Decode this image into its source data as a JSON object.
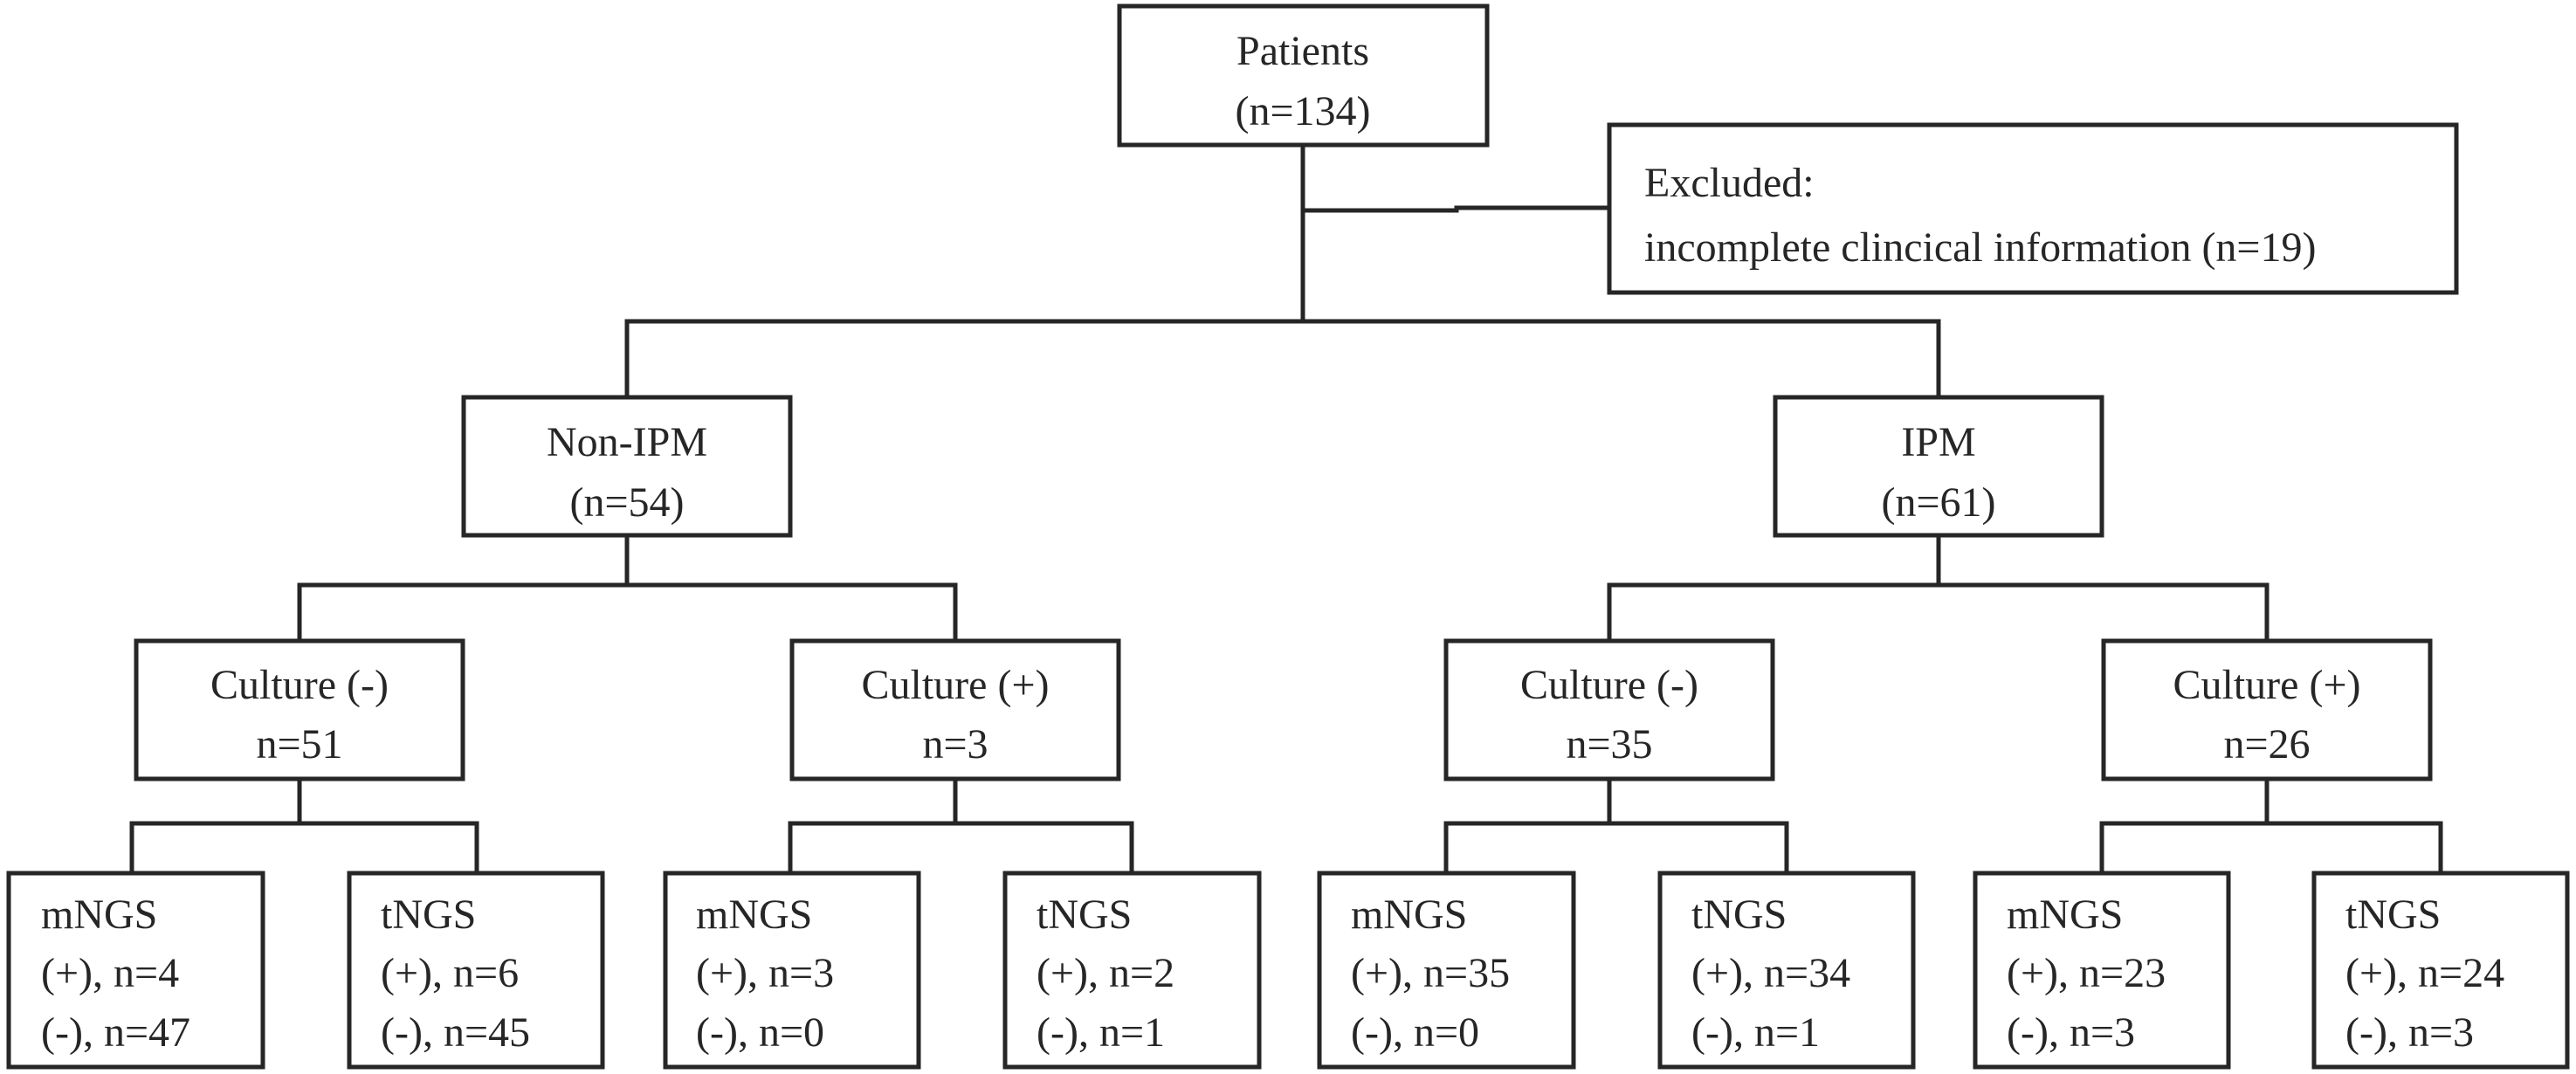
{
  "root": {
    "title": "Patients",
    "count": "(n=134)"
  },
  "excluded": {
    "title": "Excluded:",
    "reason": "incomplete clincical information (n=19)"
  },
  "groups": {
    "non_ipm": {
      "title": "Non-IPM",
      "count": "(n=54)"
    },
    "ipm": {
      "title": "IPM",
      "count": "(n=61)"
    }
  },
  "cultures": [
    {
      "title": "Culture (-)",
      "count": "n=51"
    },
    {
      "title": "Culture (+)",
      "count": "n=3"
    },
    {
      "title": "Culture (-)",
      "count": "n=35"
    },
    {
      "title": "Culture (+)",
      "count": "n=26"
    }
  ],
  "tests": [
    {
      "method": "mNGS",
      "pos": "(+), n=4",
      "neg": "(-),  n=47"
    },
    {
      "method": "tNGS",
      "pos": "(+), n=6",
      "neg": "(-),  n=45"
    },
    {
      "method": "mNGS",
      "pos": "(+), n=3",
      "neg": "(-),  n=0"
    },
    {
      "method": "tNGS",
      "pos": "(+), n=2",
      "neg": "(-),  n=1"
    },
    {
      "method": "mNGS",
      "pos": "(+), n=35",
      "neg": "(-),  n=0"
    },
    {
      "method": "tNGS",
      "pos": "(+), n=34",
      "neg": "(-),  n=1"
    },
    {
      "method": "mNGS",
      "pos": "(+), n=23",
      "neg": "(-),  n=3"
    },
    {
      "method": "tNGS",
      "pos": "(+), n=24",
      "neg": "(-),  n=3"
    }
  ]
}
